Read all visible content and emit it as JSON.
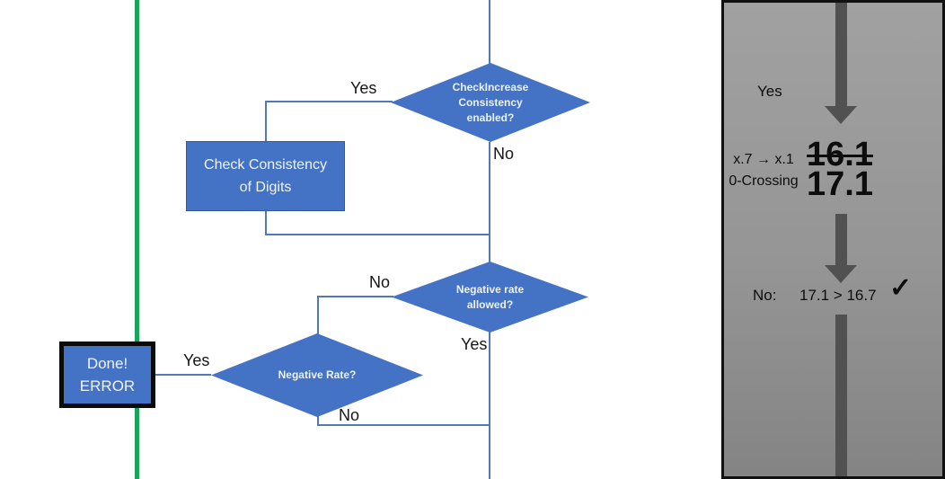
{
  "colors": {
    "shape_fill": "#4472C4",
    "connector_blue": "#4F79B8",
    "green_accent": "#18A45B",
    "arrow_gray": "#515151",
    "panel_border": "#111111",
    "panel_gray_top": "#A1A1A1",
    "panel_gray_bottom": "#848484"
  },
  "flowchart": {
    "nodes": {
      "check_increase_diamond": {
        "label": "CheckIncrease\nConsistency\nenabled?"
      },
      "check_consistency_box": {
        "label": "Check Consistency\nof Digits"
      },
      "negative_rate_allowed_diamond": {
        "label": "Negative rate\nallowed?"
      },
      "negative_rate_diamond": {
        "label": "Negative Rate?"
      },
      "done_error_box": {
        "label": "Done!\nERROR"
      }
    },
    "edge_labels": {
      "yes_top": "Yes",
      "no_top": "No",
      "no_mid": "No",
      "yes_mid": "Yes",
      "yes_done": "Yes",
      "no_bottom": "No"
    }
  },
  "panel": {
    "yes_label": "Yes",
    "note_line1": "x.7 → x.1",
    "note_line2": "0-Crossing",
    "old_value": "16.1",
    "new_value": "17.1",
    "result_prefix": "No:",
    "result_comparison": "17.1 > 16.7",
    "checkmark": "✓"
  }
}
